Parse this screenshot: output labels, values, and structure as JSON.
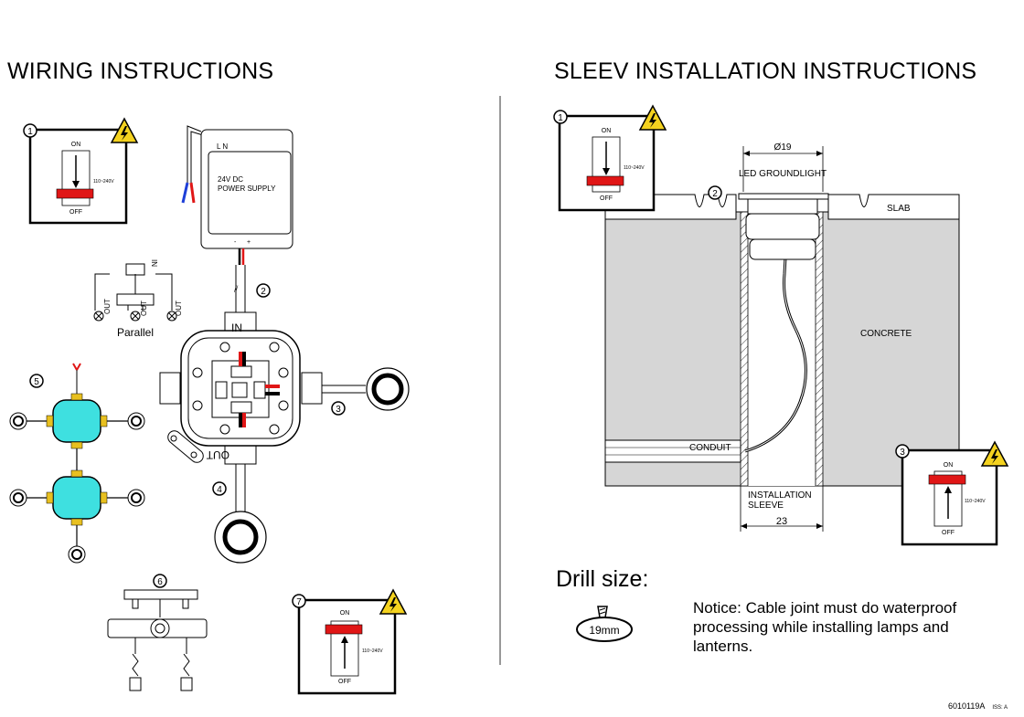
{
  "left_title": "WIRING INSTRUCTIONS",
  "right_title": "SLEEV INSTALLATION INSTRUCTIONS",
  "switch": {
    "on": "ON",
    "off": "OFF",
    "voltage": "110~240V"
  },
  "steps": {
    "s1": "1",
    "s2": "2",
    "s3": "3",
    "s4": "4",
    "s5": "5",
    "s6": "6",
    "s7": "7"
  },
  "power_supply": {
    "ln": "L N",
    "line1": "24V DC",
    "line2": "POWER SUPPLY",
    "minus": "-",
    "plus": "+"
  },
  "junction": {
    "in": "IN",
    "out": "OUT"
  },
  "parallel": {
    "label": "Parallel",
    "in": "IN",
    "out": "OUT"
  },
  "sleeve": {
    "diameter": "Ø19",
    "led": "LED GROUNDLIGHT",
    "slab": "SLAB",
    "concrete": "CONCRETE",
    "conduit": "CONDUIT",
    "installation_line1": "INSTALLATION",
    "installation_line2": "SLEEVE",
    "width": "23"
  },
  "drill_title": "Drill size:",
  "drill_size": "19mm",
  "notice": "Notice:  Cable joint must do waterproof processing while installing lamps and lanterns.",
  "doc_code": "6010119A",
  "issue": "ISS: A"
}
